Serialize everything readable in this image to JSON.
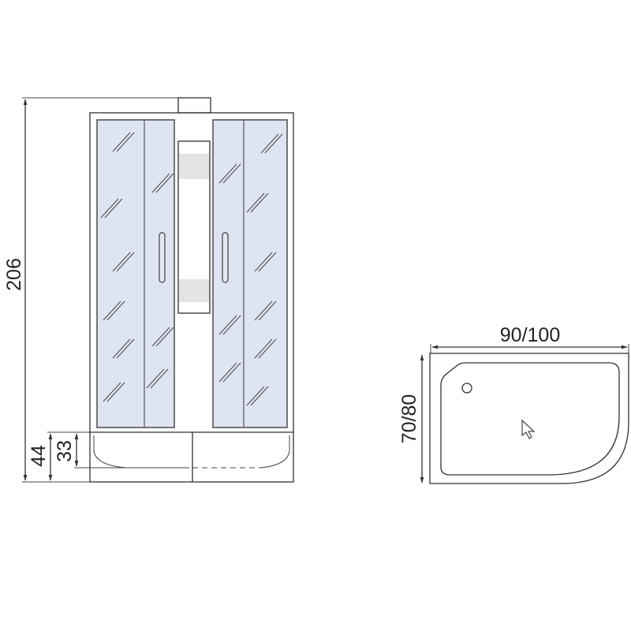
{
  "front_view": {
    "height_label": "206",
    "tray_height_label": "44",
    "tray_inner_height_label": "33"
  },
  "top_view": {
    "width_label": "90/100",
    "depth_label": "70/80"
  },
  "colors": {
    "glass": "#dfe4f3",
    "band": "#e4e4e4",
    "line": "#333333"
  }
}
